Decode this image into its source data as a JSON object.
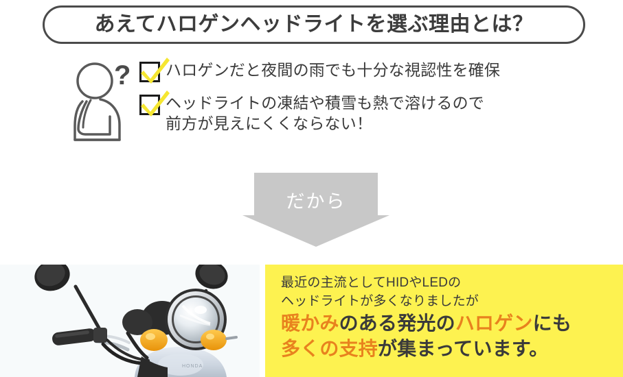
{
  "title": {
    "text": "あえてハロゲンヘッドライトを選ぶ理由とは？"
  },
  "person": {
    "question_mark": "?"
  },
  "checklist": [
    {
      "checkbox": "checked",
      "text": "ハロゲンだと夜間の雨でも十分な視認性を確保"
    },
    {
      "checkbox": "checked",
      "text": "ヘッドライトの凍結や積雪も熱で溶けるので\n前方が見えにくくならない！"
    }
  ],
  "arrow": {
    "label": "だから"
  },
  "photo": {
    "subject": "scooter-headlight-handlebar"
  },
  "callout": {
    "line1": "最近の主流としてHIDやLEDの",
    "line2": "ヘッドライトが多くなりましたが",
    "line3": {
      "part1": "暖かみ",
      "part2": "のある発光の",
      "part3": "ハロゲン",
      "part4": "にも"
    },
    "line4": {
      "part1": "多くの支持",
      "part2": "が集まっています。"
    }
  },
  "colors": {
    "background": "#ffffff",
    "text_dark": "#3a3a3a",
    "title_border": "#4a4a4a",
    "check_yellow": "#f5e631",
    "checkbox_border": "#1a1a1a",
    "arrow_gray": "#c8c8c8",
    "arrow_text": "#ffffff",
    "panel_yellow": "#fdf250",
    "accent_orange": "#e8821e"
  }
}
